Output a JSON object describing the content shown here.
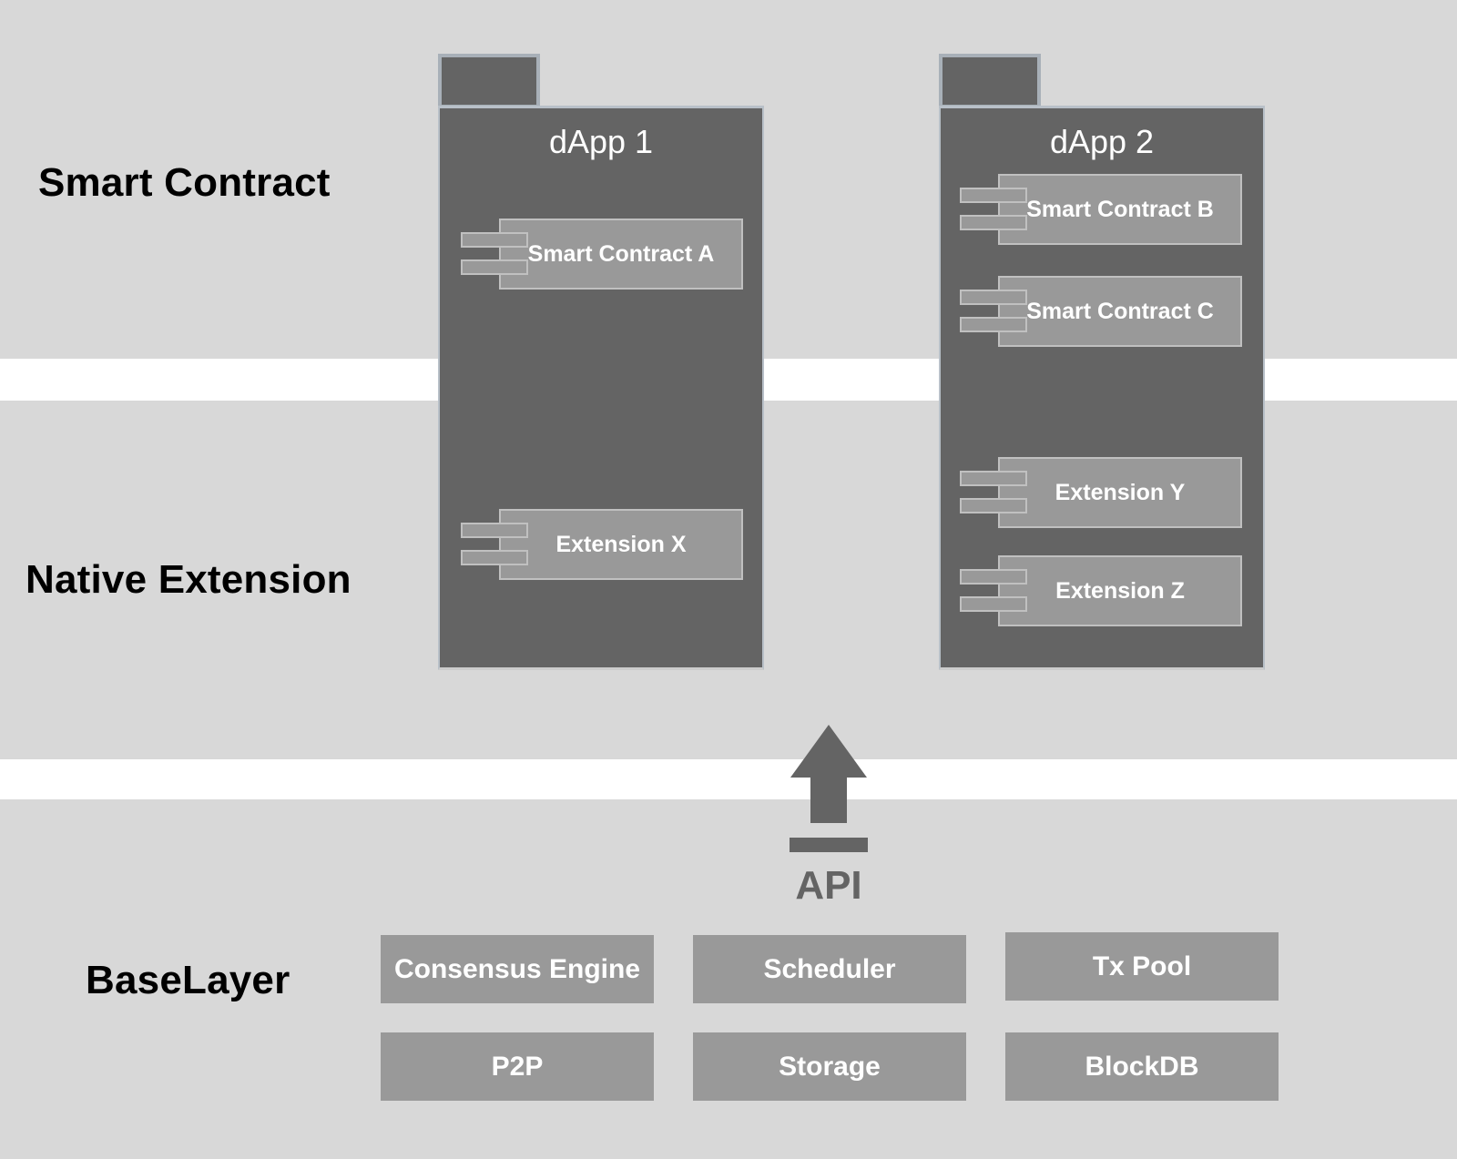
{
  "layers": {
    "smart_contract": "Smart Contract",
    "native_extension": "Native Extension",
    "base_layer": "BaseLayer"
  },
  "dapps": [
    {
      "title": "dApp 1",
      "components": [
        "Smart Contract A",
        "Extension X"
      ]
    },
    {
      "title": "dApp 2",
      "components": [
        "Smart Contract B",
        "Smart Contract C",
        "Extension Y",
        "Extension Z"
      ]
    }
  ],
  "api_label": "API",
  "base_components": [
    "Consensus Engine",
    "Scheduler",
    "Tx Pool",
    "P2P",
    "Storage",
    "BlockDB"
  ],
  "colors": {
    "band": "#d8d8d8",
    "separator": "#ffffff",
    "dapp_fill": "#646464",
    "component_fill": "#999999",
    "text_dark": "#000000"
  }
}
